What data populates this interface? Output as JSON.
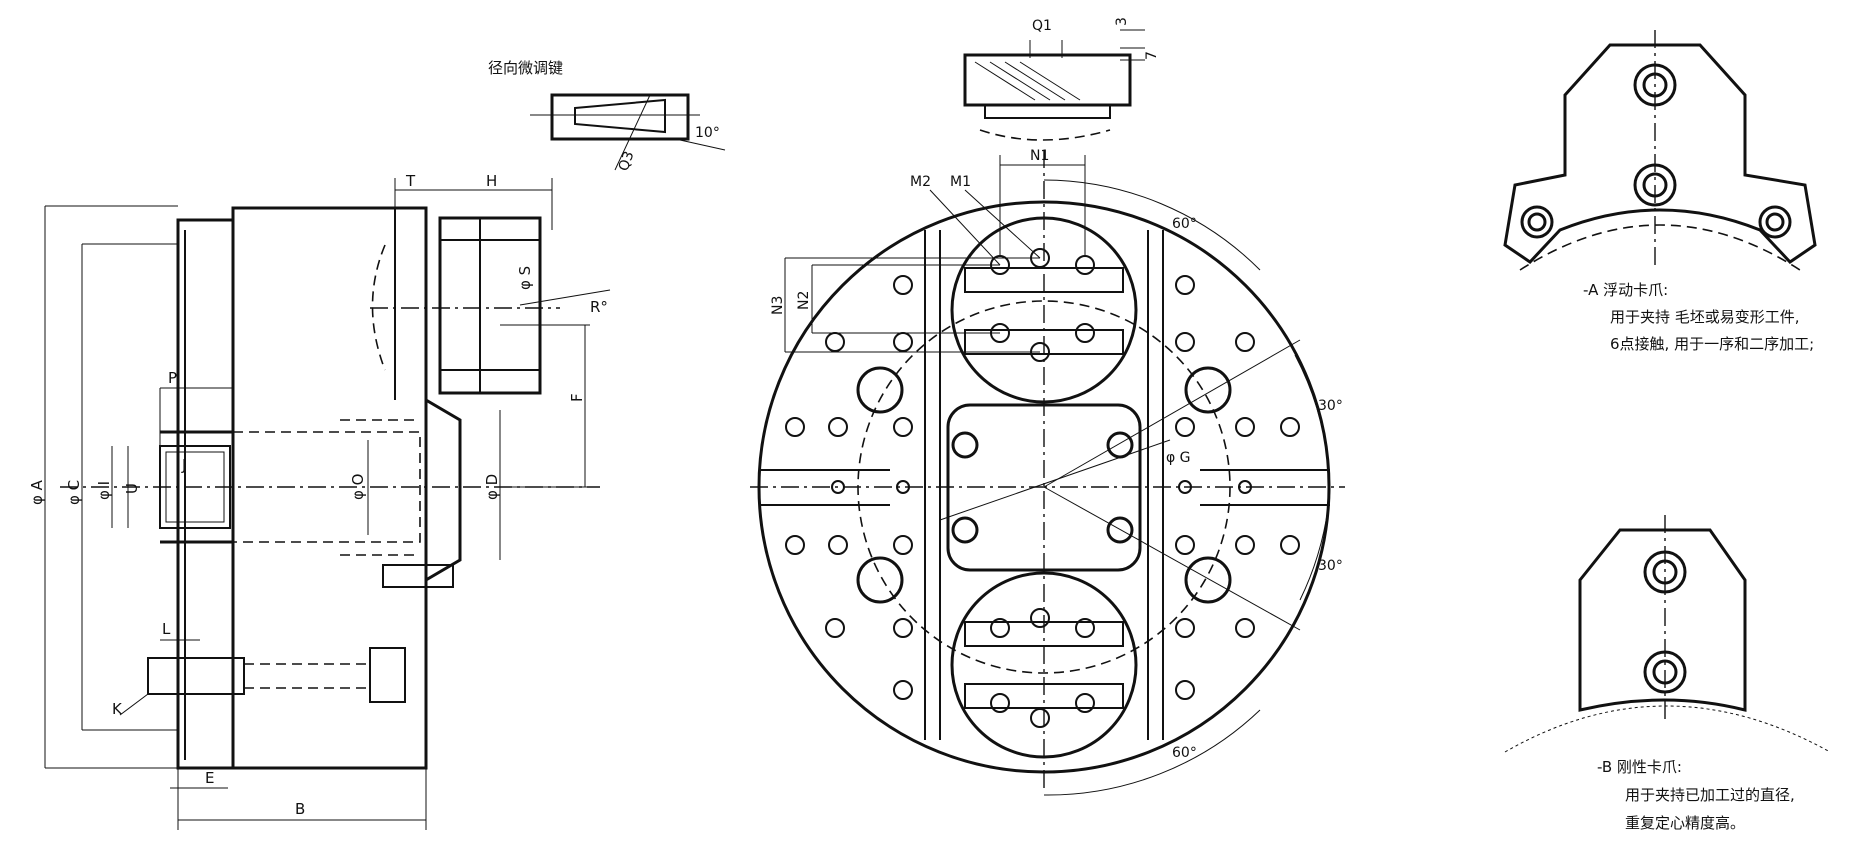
{
  "side_view": {
    "dims": {
      "phi_a": "φ A",
      "phi_c": "φ C",
      "phi_i": "φ I",
      "u": "U",
      "j": "J",
      "phi_o": "φ O",
      "phi_d": "φ D",
      "f": "F",
      "p": "P",
      "t": "T",
      "h": "H",
      "phi_s": "φ S",
      "r": "R°",
      "l": "L",
      "k": "K",
      "e": "E",
      "b": "B"
    }
  },
  "key_detail": {
    "title": "径向微调键",
    "angle": "10°",
    "q3": "Q3"
  },
  "front_view": {
    "dims": {
      "q1": "Q1",
      "d3": "3",
      "d7": "7",
      "n1": "N1",
      "m2": "M2",
      "m1": "M1",
      "n2": "N2",
      "n3": "N3",
      "phi_g": "φ G",
      "a60_top": "60°",
      "a30_upper": "30°",
      "a30_lower": "30°",
      "a60_bottom": "60°"
    }
  },
  "jaw_a": {
    "title": "-A 浮动卡爪:",
    "line1": "用于夹持 毛坯或易变形工件,",
    "line2": "6点接触, 用于一序和二序加工;"
  },
  "jaw_b": {
    "title": "-B 刚性卡爪:",
    "line1": "用于夹持已加工过的直径,",
    "line2": "重复定心精度高。"
  }
}
